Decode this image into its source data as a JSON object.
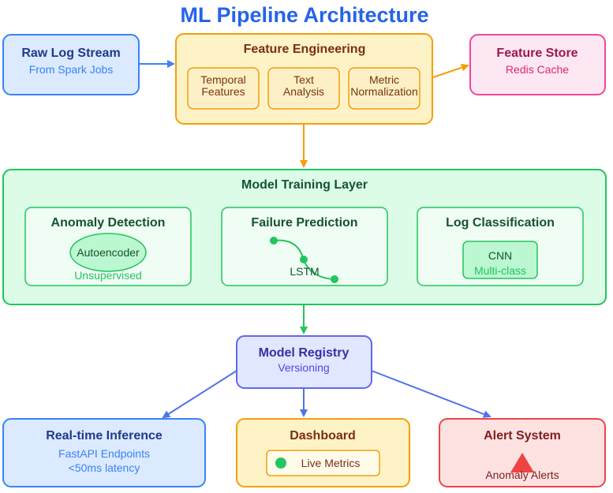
{
  "title": "ML Pipeline Architecture",
  "colors": {
    "title": "#2563eb",
    "blue_stroke": "#3b82f6",
    "blue_fill": "#dbeafe",
    "blue_text": "#1e3a8a",
    "blue_sub": "#3b82f6",
    "orange_stroke": "#f59e0b",
    "orange_fill": "#fef3c7",
    "orange_text": "#7c2d12",
    "pink_stroke": "#ec4899",
    "pink_fill": "#fce7f3",
    "pink_text": "#9d174d",
    "pink_sub": "#db2777",
    "green_stroke": "#22c55e",
    "green_fill": "#dcfce7",
    "green_text": "#14532d",
    "green_sub": "#22c55e",
    "indigo_stroke": "#6366f1",
    "indigo_fill": "#e0e7ff",
    "indigo_text": "#3730a3",
    "indigo_sub": "#4f46e5",
    "red_stroke": "#ef4444",
    "red_fill": "#fee2e2",
    "red_text": "#7f1d1d"
  },
  "raw_log": {
    "title": "Raw Log Stream",
    "subtitle": "From Spark Jobs"
  },
  "feature_engineering": {
    "title": "Feature Engineering",
    "items": [
      {
        "line1": "Temporal",
        "line2": "Features"
      },
      {
        "line1": "Text",
        "line2": "Analysis"
      },
      {
        "line1": "Metric",
        "line2": "Normalization"
      }
    ]
  },
  "feature_store": {
    "title": "Feature Store",
    "subtitle": "Redis Cache"
  },
  "training": {
    "title": "Model Training Layer",
    "anomaly": {
      "title": "Anomaly Detection",
      "model": "Autoencoder",
      "subtitle": "Unsupervised"
    },
    "failure": {
      "title": "Failure Prediction",
      "model": "LSTM"
    },
    "classification": {
      "title": "Log Classification",
      "model": "CNN",
      "subtitle": "Multi-class"
    }
  },
  "registry": {
    "title": "Model Registry",
    "subtitle": "Versioning"
  },
  "inference": {
    "title": "Real-time Inference",
    "line1": "FastAPI Endpoints",
    "line2": "<50ms latency"
  },
  "dashboard": {
    "title": "Dashboard",
    "item": "Live Metrics"
  },
  "alerts": {
    "title": "Alert System",
    "subtitle": "Anomaly Alerts"
  }
}
